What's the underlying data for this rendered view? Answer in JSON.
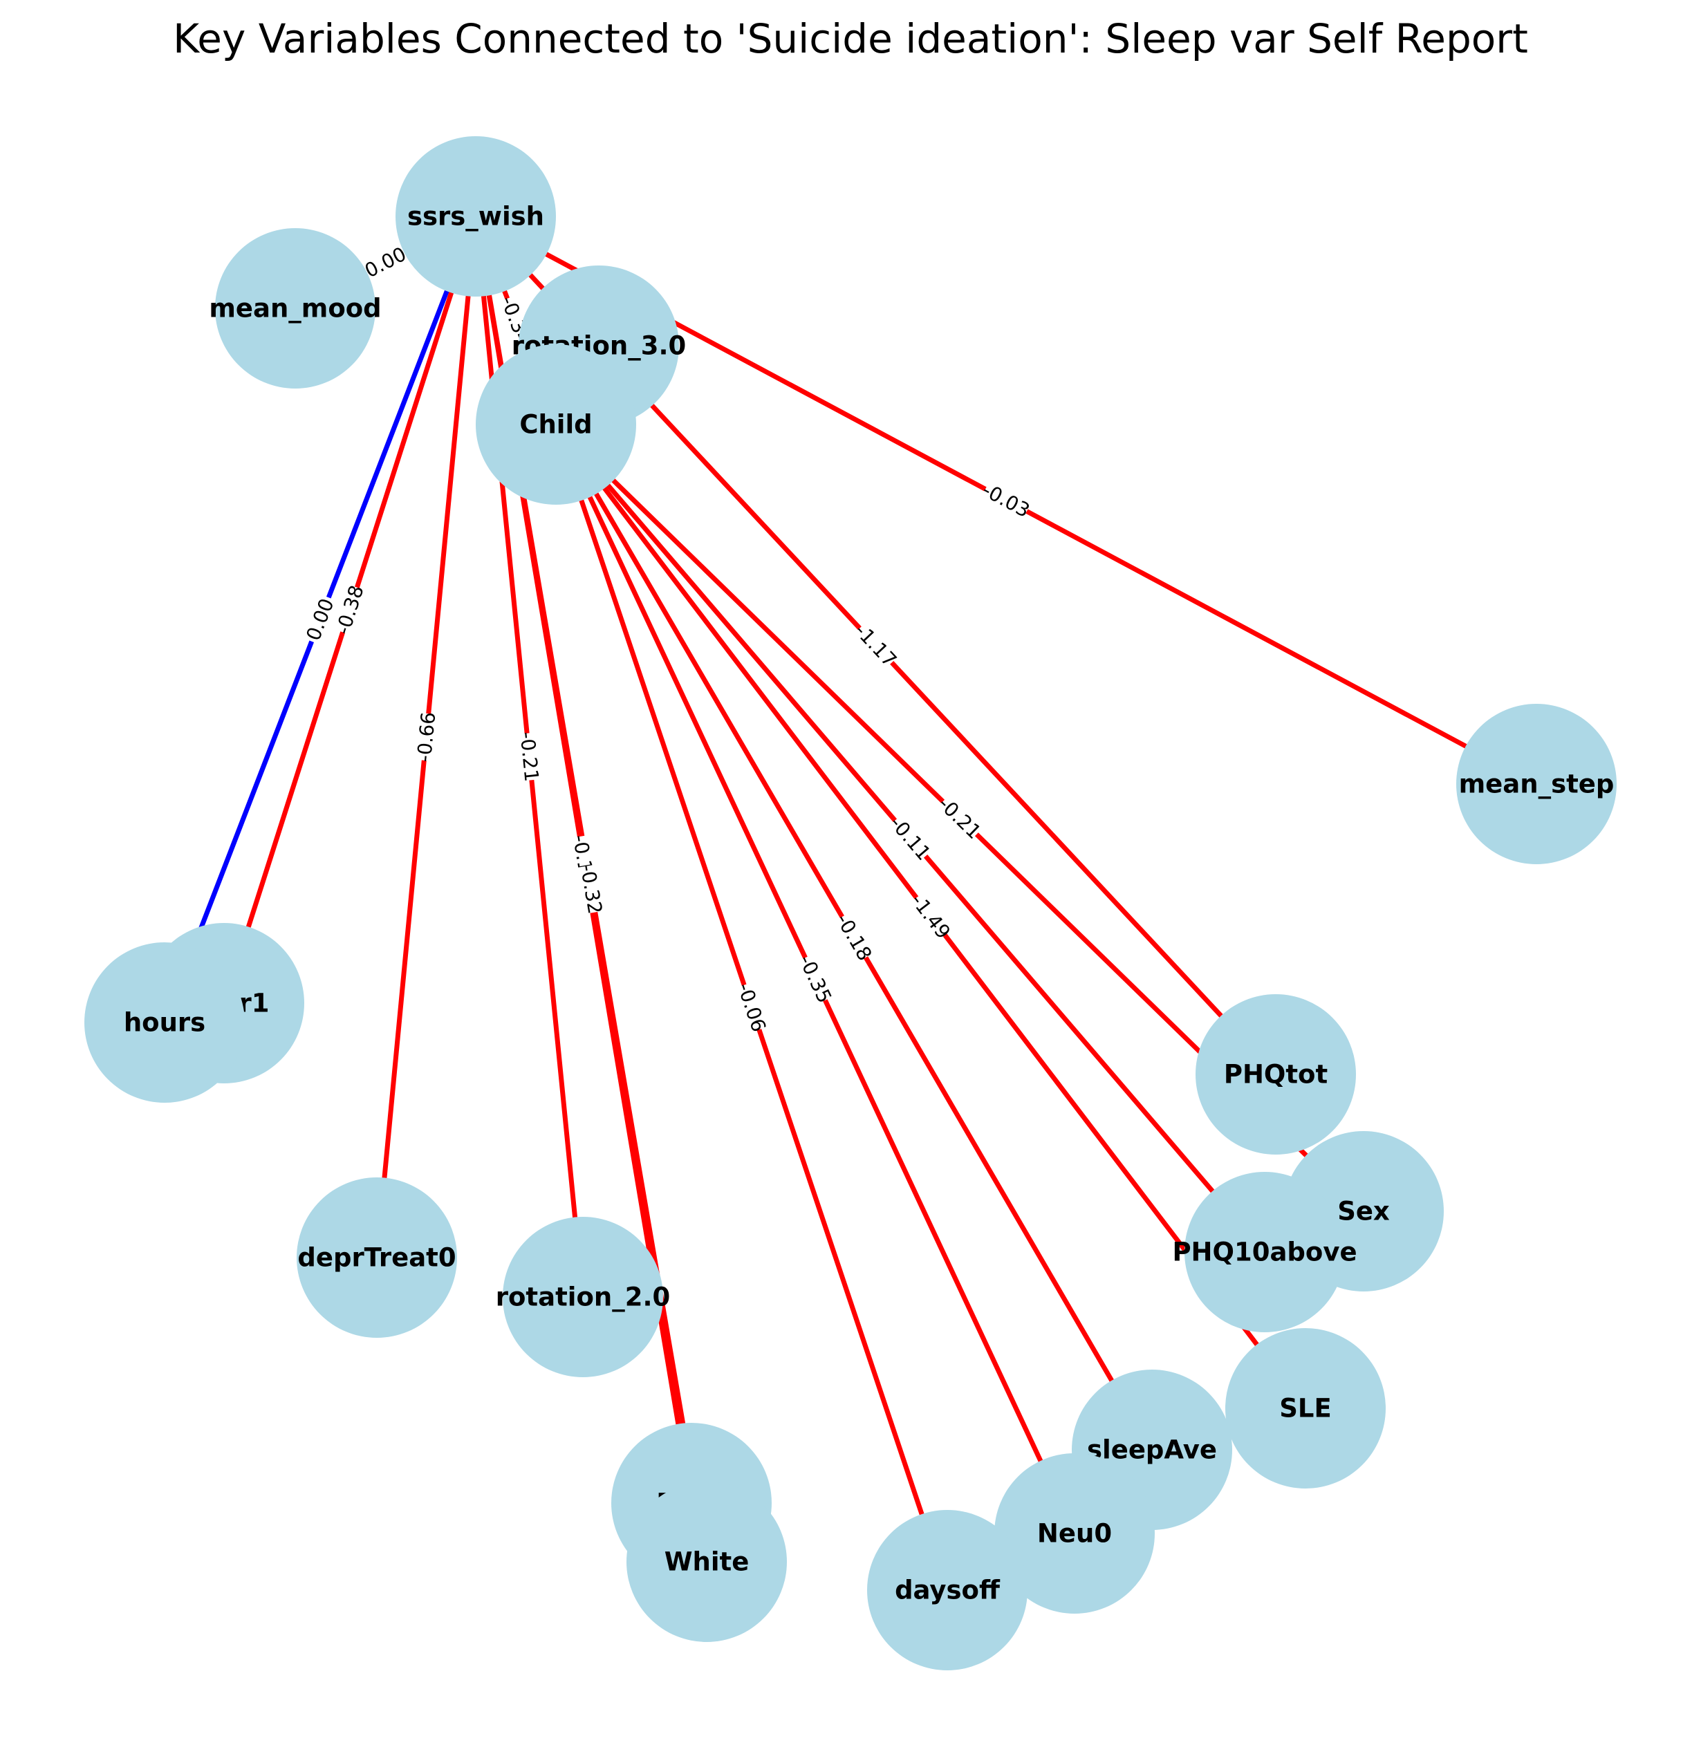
{
  "title": "Key Variables Connected to 'Suicide ideation': Sleep var Self Report",
  "colors": {
    "node_fill": "#add8e6",
    "edge_negative": "#ff0000",
    "edge_positive": "#0000ff",
    "background": "#ffffff"
  },
  "nodes": [
    {
      "id": "ssrs_wish",
      "label": "ssrs_wish"
    },
    {
      "id": "mean_mood",
      "label": "mean_mood"
    },
    {
      "id": "rotation_3.0",
      "label": "rotation_3.0"
    },
    {
      "id": "Child",
      "label": "Child"
    },
    {
      "id": "mean_step",
      "label": "mean_step"
    },
    {
      "id": "error1",
      "label": "error1"
    },
    {
      "id": "hours",
      "label": "hours"
    },
    {
      "id": "PHQtot",
      "label": "PHQtot"
    },
    {
      "id": "Sex",
      "label": "Sex"
    },
    {
      "id": "PHQ10above",
      "label": "PHQ10above"
    },
    {
      "id": "deprTreat0",
      "label": "deprTreat0"
    },
    {
      "id": "rotation_2.0",
      "label": "rotation_2.0"
    },
    {
      "id": "SLE",
      "label": "SLE"
    },
    {
      "id": "sleepAve",
      "label": "sleepAve"
    },
    {
      "id": "EFE0",
      "label": "EFE0"
    },
    {
      "id": "White",
      "label": "White"
    },
    {
      "id": "Neu0",
      "label": "Neu0"
    },
    {
      "id": "daysoff",
      "label": "daysoff"
    }
  ],
  "edges": [
    {
      "source": "ssrs_wish",
      "target": "mean_mood",
      "weight": "0.00",
      "sign": "positive"
    },
    {
      "source": "ssrs_wish",
      "target": "hours",
      "weight": "0.00",
      "sign": "positive"
    },
    {
      "source": "ssrs_wish",
      "target": "error1",
      "weight": "-0.38",
      "sign": "negative"
    },
    {
      "source": "ssrs_wish",
      "target": "deprTreat0",
      "weight": "-0.66",
      "sign": "negative"
    },
    {
      "source": "ssrs_wish",
      "target": "rotation_2.0",
      "weight": "-0.21",
      "sign": "negative"
    },
    {
      "source": "ssrs_wish",
      "target": "EFE0",
      "weight": "-0.13",
      "sign": "negative"
    },
    {
      "source": "ssrs_wish",
      "target": "White",
      "weight": "-0.32",
      "sign": "negative"
    },
    {
      "source": "ssrs_wish",
      "target": "Child",
      "weight": "-0.34",
      "sign": "negative"
    },
    {
      "source": "ssrs_wish",
      "target": "mean_step",
      "weight": "-0.03",
      "sign": "negative"
    },
    {
      "source": "ssrs_wish",
      "target": "PHQtot",
      "weight": "-1.17",
      "sign": "negative"
    },
    {
      "source": "Child",
      "target": "daysoff",
      "weight": "-0.06",
      "sign": "negative"
    },
    {
      "source": "Child",
      "target": "Neu0",
      "weight": "-0.35",
      "sign": "negative"
    },
    {
      "source": "Child",
      "target": "sleepAve",
      "weight": "-0.18",
      "sign": "negative"
    },
    {
      "source": "Child",
      "target": "SLE",
      "weight": "-1.49",
      "sign": "negative"
    },
    {
      "source": "Child",
      "target": "PHQ10above",
      "weight": "-0.11",
      "sign": "negative"
    },
    {
      "source": "Child",
      "target": "Sex",
      "weight": "-0.21",
      "sign": "negative"
    }
  ]
}
